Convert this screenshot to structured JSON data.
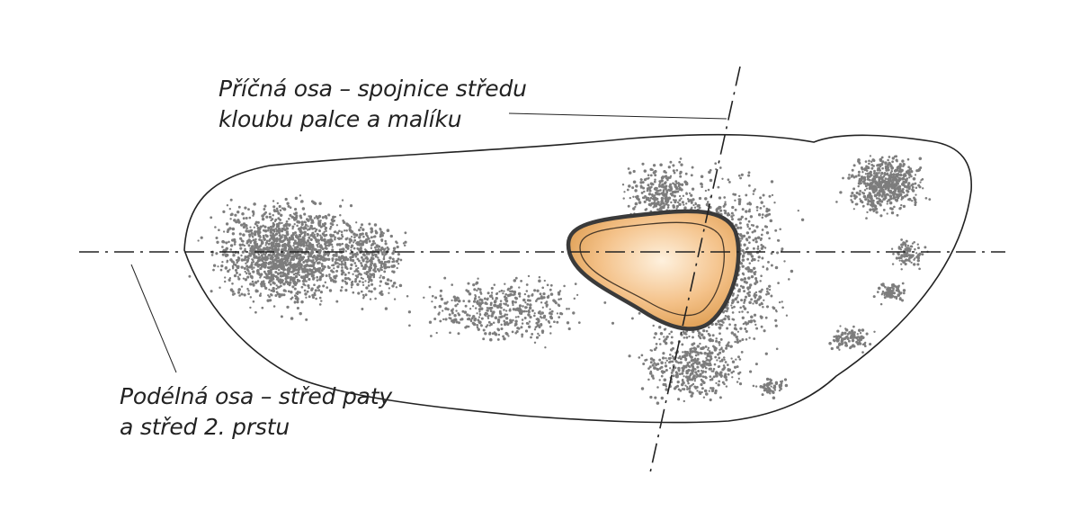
{
  "labels": {
    "transverse_axis": {
      "line1": "Příčná osa – spojnice středu",
      "line2": "kloubu palce a malíku"
    },
    "longitudinal_axis": {
      "line1": "Podélná osa – střed paty",
      "line2": "a střed 2. prstu"
    }
  },
  "colors": {
    "outline": "#222222",
    "stipple": "#7d7d7d",
    "pad_fill_light": "#fde6c8",
    "pad_fill_dark": "#e0a055",
    "pad_outline": "#3a3a3a"
  }
}
